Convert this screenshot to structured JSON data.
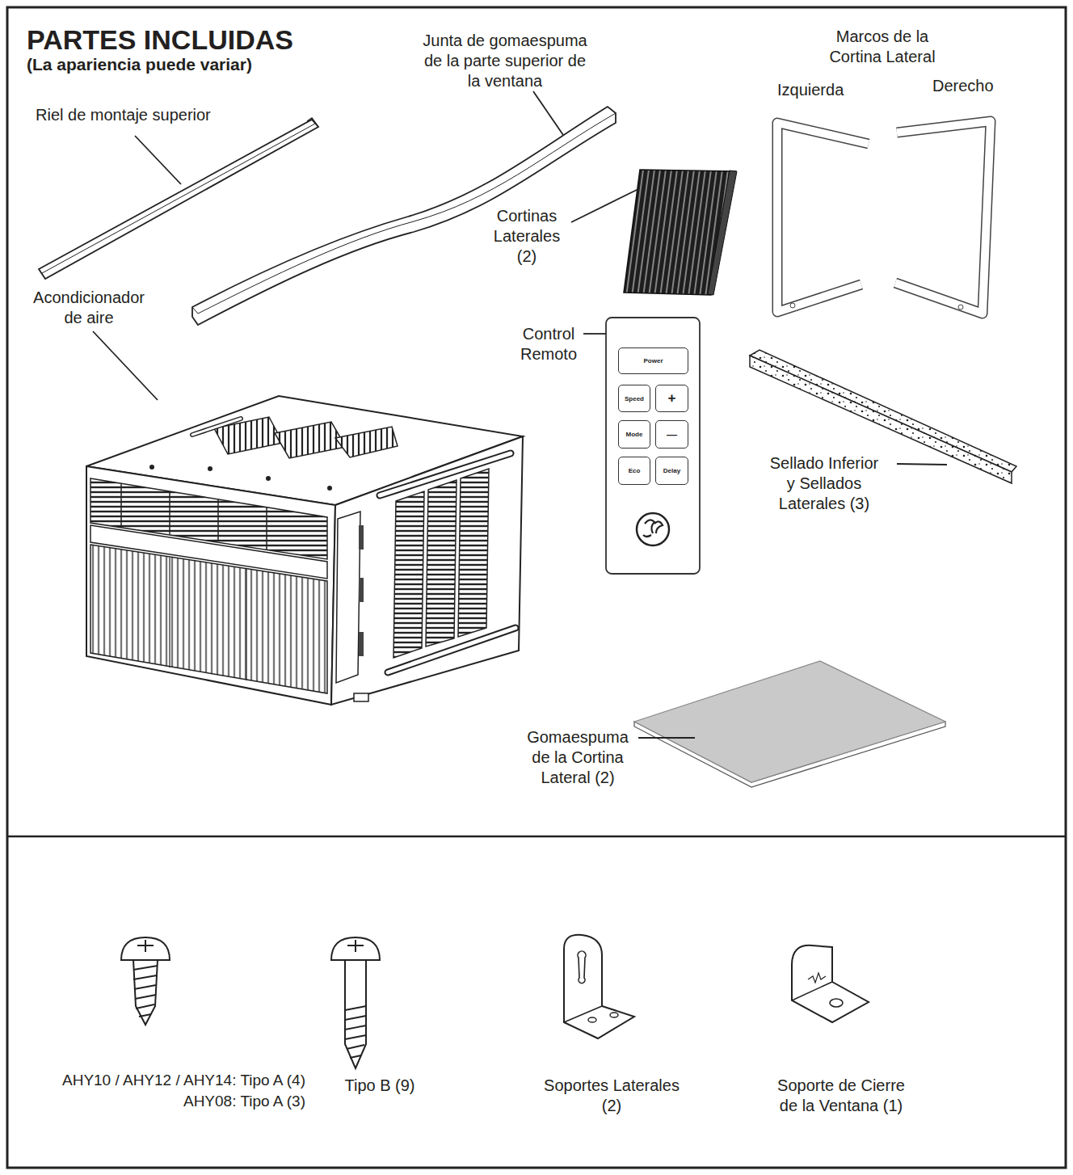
{
  "diagram": {
    "title": "PARTES INCLUIDAS",
    "nodes": [
      {
        "text": [
          "Power"
        ]
      },
      {
        "text": [
          "Speed"
        ]
      },
      {
        "text": [
          "+"
        ]
      },
      {
        "text": [
          "Mode"
        ]
      },
      {
        "text": [
          "—"
        ]
      },
      {
        "text": [
          "Eco"
        ]
      },
      {
        "text": [
          "Delay"
        ]
      }
    ],
    "labels": [
      "(La apariencia puede variar)",
      "Riel de montaje superior",
      "Junta de gomaespuma de la parte superior de la ventana",
      "Marcos de la Cortina Lateral",
      "Izquierda",
      "Derecho",
      "Cortinas Laterales (2)",
      "Acondicionador de aire",
      "Control Remoto",
      "Sellado Inferior y Sellados Laterales (3)",
      "Gomaespuma de la Cortina Lateral (2)",
      "AHY10 / AHY12 / AHY14: Tipo A (4)",
      "AHY08: Tipo A (3)",
      "Tipo B (9)",
      "Soportes Laterales (2)",
      "Soporte de Cierre de la Ventana (1)"
    ]
  }
}
